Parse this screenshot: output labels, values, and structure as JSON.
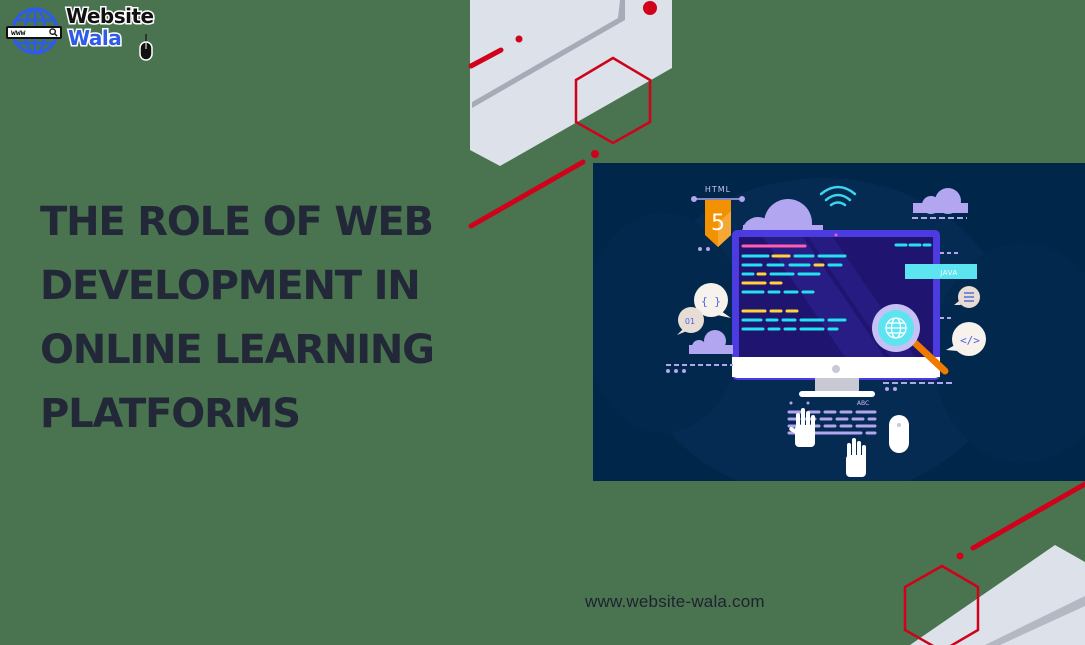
{
  "logo": {
    "line1": "Website",
    "line2": "Wala",
    "www_label": "www",
    "icons": [
      "globe-icon",
      "search-icon",
      "mouse-icon"
    ]
  },
  "headline": {
    "lines": [
      "THE ROLE OF WEB",
      "DEVELOPMENT IN",
      "ONLINE LEARNING",
      "PLATFORMS"
    ]
  },
  "illustration": {
    "html_badge_label": "HTML",
    "html_badge_number": "5",
    "java_label": "JAVA",
    "bubble_braces": "{ }",
    "bubble_binary": "01",
    "bubble_code": "</>",
    "keyboard_label": "ABC",
    "icons": [
      "wifi-icon",
      "cloud-icon",
      "globe-icon",
      "magnifier-icon",
      "pencil-icon",
      "keyboard-icon",
      "hand-icon",
      "mouse-icon",
      "menu-icon"
    ]
  },
  "footer": {
    "url": "www.website-wala.com"
  },
  "colors": {
    "background": "#4a7350",
    "headline": "#232838",
    "panel": "#00264a",
    "accent_red": "#d0021b",
    "shape_light": "#dde1ea",
    "logo_blue": "#2f5bea",
    "html_orange": "#f39200",
    "cyan": "#24e1f0",
    "lavender": "#b3a6f0",
    "monitor_purple": "#4b3be0"
  }
}
